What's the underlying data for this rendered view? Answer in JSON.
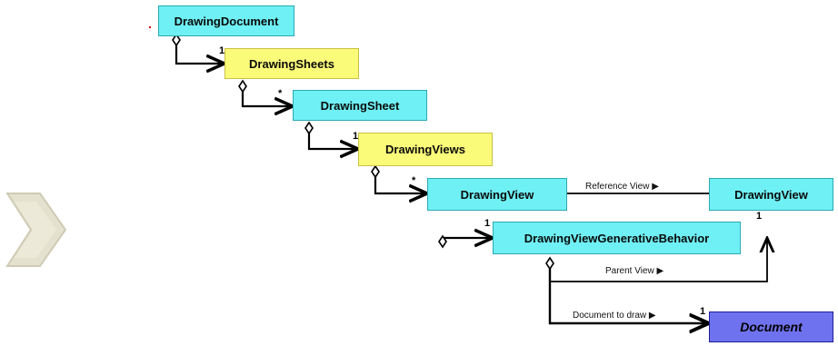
{
  "classes": {
    "drawing_document": "DrawingDocument",
    "drawing_sheets": "DrawingSheets",
    "drawing_sheet": "DrawingSheet",
    "drawing_views": "DrawingViews",
    "drawing_view": "DrawingView",
    "drawing_view_ref": "DrawingView",
    "generative_behavior": "DrawingViewGenerativeBehavior",
    "document": "Document"
  },
  "relations": {
    "reference_view": "Reference View ▶",
    "parent_view": "Parent View ▶",
    "document_to_draw": "Document to draw ▶"
  },
  "multiplicities": {
    "sheets": "1",
    "sheet": "*",
    "views": "1",
    "view": "*",
    "behavior": "1",
    "ref_view": "1",
    "document": "1"
  },
  "colors": {
    "collection_box": "#fbfb7a",
    "object_box": "#6ff0f4",
    "external_box": "#6f72ee",
    "nav_arrow": "#e4e2cf"
  },
  "icons": {
    "nav": "right-arrow-icon"
  }
}
